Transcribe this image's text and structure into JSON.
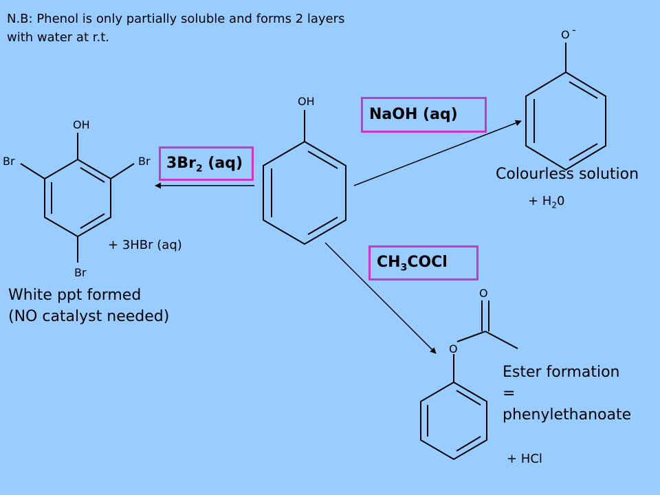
{
  "note": {
    "line1": "N.B: Phenol is only partially soluble and forms 2 layers",
    "line2": "with water at r.t."
  },
  "reagents": {
    "naoh": "NaOH (aq)",
    "bromine": {
      "prefix": "3Br",
      "sub": "2",
      "suffix": " (aq)"
    },
    "acyl": {
      "prefix": "CH",
      "sub": "3",
      "suffix": "COCl"
    }
  },
  "atoms": {
    "phenol_oh": "OH",
    "tbp_oh": "OH",
    "br_left": "Br",
    "br_right": "Br",
    "br_bottom": "Br",
    "phenoxide_o": "O",
    "phenoxide_charge": "-",
    "ester_o_carbonyl": "O",
    "ester_o_link": "O"
  },
  "products": {
    "tbp": {
      "line1": "White ppt formed",
      "line2": "(NO catalyst needed)",
      "byproduct": "+ 3HBr (aq)"
    },
    "phenoxide": {
      "caption": "Colourless solution",
      "byproduct_prefix": "+ H",
      "byproduct_sub": "2",
      "byproduct_suffix": "0"
    },
    "ester": {
      "line1": "Ester formation",
      "line2": "=",
      "line3": "phenylethanoate",
      "byproduct": "+ HCl"
    }
  },
  "colors": {
    "background": "#99ccff",
    "reagent_border": "#cc33cc",
    "ink": "#000000"
  }
}
